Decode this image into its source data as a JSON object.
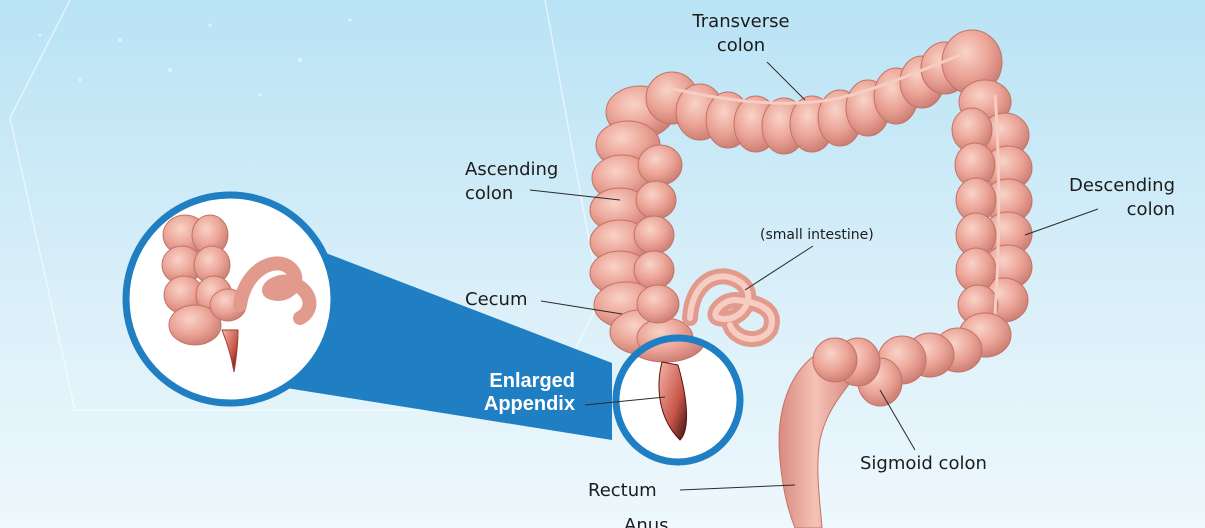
{
  "labels": {
    "transverse_colon": "Transverse\ncolon",
    "ascending_colon": "Ascending\ncolon",
    "descending_colon": "Descending\ncolon",
    "small_intestine": "(small intestine)",
    "cecum": "Cecum",
    "enlarged_appendix": "Enlarged\nAppendix",
    "sigmoid_colon": "Sigmoid colon",
    "rectum": "Rectum",
    "anus": "Anus"
  },
  "colors": {
    "background_top": "#bfe6f6",
    "background_bottom": "#e9f6fc",
    "colon_fill": "#eaa69a",
    "colon_highlight": "#f7cabf",
    "colon_shadow": "#c9776c",
    "callout_blue": "#1f7fc2",
    "circle_border": "#1f7fc2",
    "appendix_red": "#c0392b",
    "label_text": "#1c1c1c"
  }
}
